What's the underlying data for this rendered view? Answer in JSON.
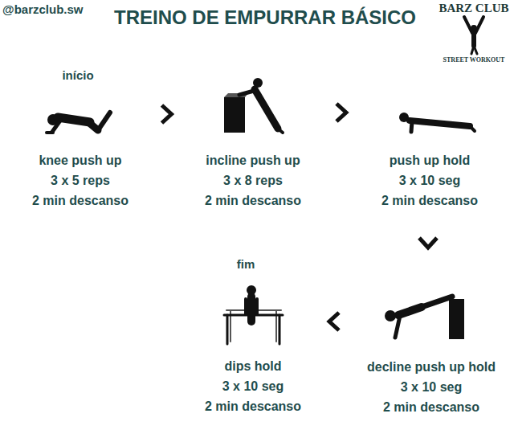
{
  "diagram": {
    "title": "TREINO DE EMPURRAR BÁSICO",
    "nodes": [
      {
        "text": [
          "knee push up",
          "3 x 5 reps",
          "2 min descanso"
        ]
      },
      {
        "text": [
          "incline push up",
          "3 x 8 reps",
          "2 min descanso"
        ]
      },
      {
        "text": [
          "push up hold",
          "3 x 10 seg",
          "2 min descanso"
        ]
      },
      {
        "text": [
          "decline push up hold",
          "3 x 10 seg",
          "2 min descanso"
        ]
      },
      {
        "text": [
          "dips hold",
          "3 x 10 seg",
          "2 min descanso"
        ]
      }
    ],
    "edges": [
      {
        "from": 0,
        "to": 1,
        "arrow": "to"
      },
      {
        "from": 1,
        "to": 2,
        "arrow": "to"
      },
      {
        "from": 2,
        "to": 3,
        "arrow": "to"
      },
      {
        "from": 3,
        "to": 4,
        "arrow": "to"
      }
    ],
    "labels": [
      "@barzclub.sw",
      "início",
      "fim",
      "BARZ CLUB",
      "STREET WORKOUT"
    ]
  }
}
